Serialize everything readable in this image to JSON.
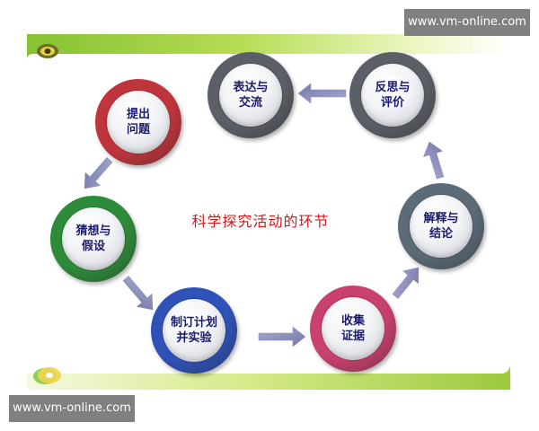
{
  "watermark": {
    "top": "www.vm-online.com",
    "bottom": "www.vm-online.com"
  },
  "title": "科学探究活动的环节",
  "nodes": {
    "pose": {
      "label": "提出\n问题",
      "color": "#c0353c"
    },
    "express": {
      "label": "表达与\n交流",
      "color": "#5b5f67"
    },
    "reflect": {
      "label": "反思与\n评价",
      "color": "#5b5f67"
    },
    "guess": {
      "label": "猜想与\n假设",
      "color": "#2e8b3a"
    },
    "explain": {
      "label": "解释与\n结论",
      "color": "#5b6b78"
    },
    "plan": {
      "label": "制订计划\n并实验",
      "color": "#2f52b8"
    },
    "collect": {
      "label": "收集\n证据",
      "color": "#c9416e"
    }
  },
  "arrow_color": "#8b8db8",
  "band_color": "#9cc93e"
}
